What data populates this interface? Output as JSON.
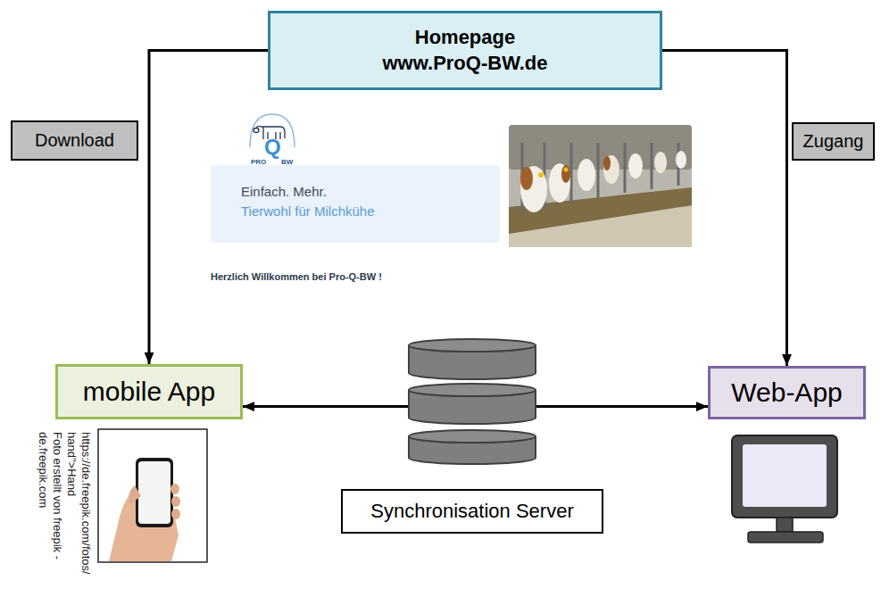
{
  "diagram": {
    "nodes": [
      {
        "text": [
          "Homepage",
          "www.ProQ-BW.de"
        ]
      },
      {
        "text": [
          "mobile App"
        ]
      },
      {
        "text": [
          "Synchronisation Server"
        ]
      },
      {
        "text": [
          "Web-App"
        ]
      }
    ],
    "edges": [
      {
        "from": 0,
        "to": 1,
        "arrow": "to",
        "label": "Download"
      },
      {
        "from": 0,
        "to": 3,
        "arrow": "to",
        "label": "Zugang"
      },
      {
        "from": 2,
        "to": 1,
        "arrow": "to"
      },
      {
        "from": 2,
        "to": 3,
        "arrow": "to"
      }
    ],
    "labels": [
      "PRO",
      "Q",
      "BW",
      "Einfach. Mehr.",
      "Tierwohl für Milchkühe",
      "Herzlich Willkommen bei Pro-Q-BW !",
      "https://de.freepik.com/fotos/",
      "hand\">Hand",
      "Foto erstellt von freepik -",
      "de.freepik.com"
    ]
  }
}
